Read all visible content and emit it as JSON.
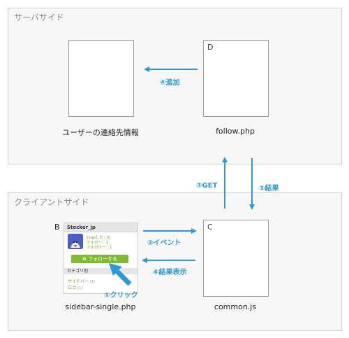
{
  "server_zone": {
    "title": "サーバサイド"
  },
  "client_zone": {
    "title": "クライアントサイド"
  },
  "contact_doc": {
    "caption": "ユーザーの連絡先情報"
  },
  "follow_doc": {
    "letter": "D",
    "caption": "follow.php"
  },
  "common_doc": {
    "letter": "C",
    "caption": "common.js"
  },
  "sidebar": {
    "letter": "B",
    "caption": "sidebar-single.php",
    "widget": {
      "username": "Stocker_jp",
      "stats": [
        "Crapした：8",
        "フォロー：1",
        "フォロワー：1"
      ],
      "follow_button": "フォローする",
      "category_heading": "カテゴリ別",
      "links": [
        {
          "label": "サイドバー",
          "count": "(1)"
        },
        {
          "label": "ロゴ",
          "count": "(1)"
        }
      ]
    }
  },
  "steps": {
    "s1": "①クリック",
    "s2": "②イベント",
    "s3": "③GET",
    "s4": "④追加",
    "s5": "⑤結果",
    "s6": "⑥結果表示"
  },
  "colors": {
    "arrow": "#2a9ad6",
    "follow_button": "#7dbb32"
  }
}
